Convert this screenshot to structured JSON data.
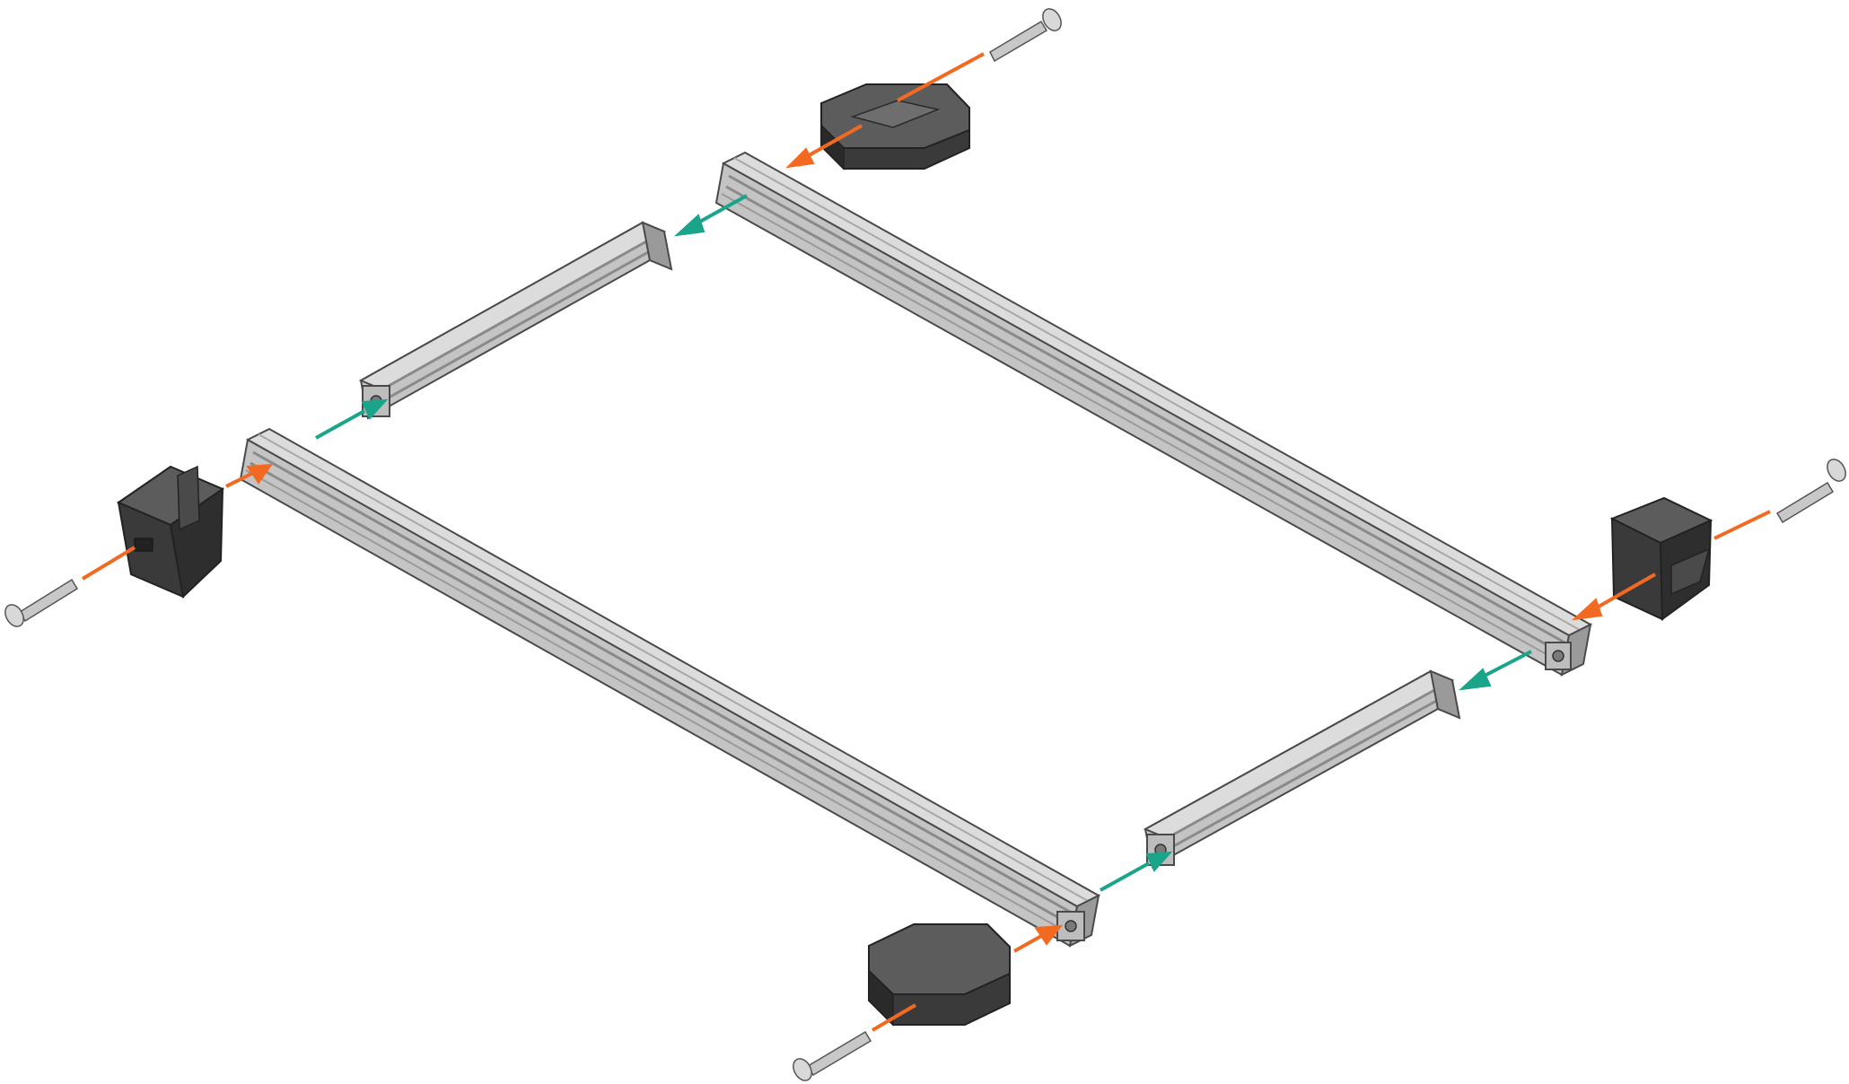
{
  "diagram": {
    "kind": "exploded-assembly",
    "parts": {
      "long_extrusions": 2,
      "short_extrusions": 2,
      "corner_blocks": 4,
      "bolts": 4
    },
    "colors": {
      "background": "#ffffff",
      "extrusion_light": "#d2d2d2",
      "extrusion_mid": "#b4b4b4",
      "extrusion_dark": "#8a8a8a",
      "extrusion_edge": "#4a4a4a",
      "block_top": "#5c5c5c",
      "block_side": "#3a3a3a",
      "block_dark": "#2a2a2a",
      "bolt": "#c8c8c8",
      "bolt_edge": "#555555",
      "arrow_bolt": "#f26a21",
      "arrow_slide": "#1aa58a"
    },
    "arrow_types": [
      "bolt-insert-arrow",
      "extrusion-slide-arrow"
    ]
  }
}
